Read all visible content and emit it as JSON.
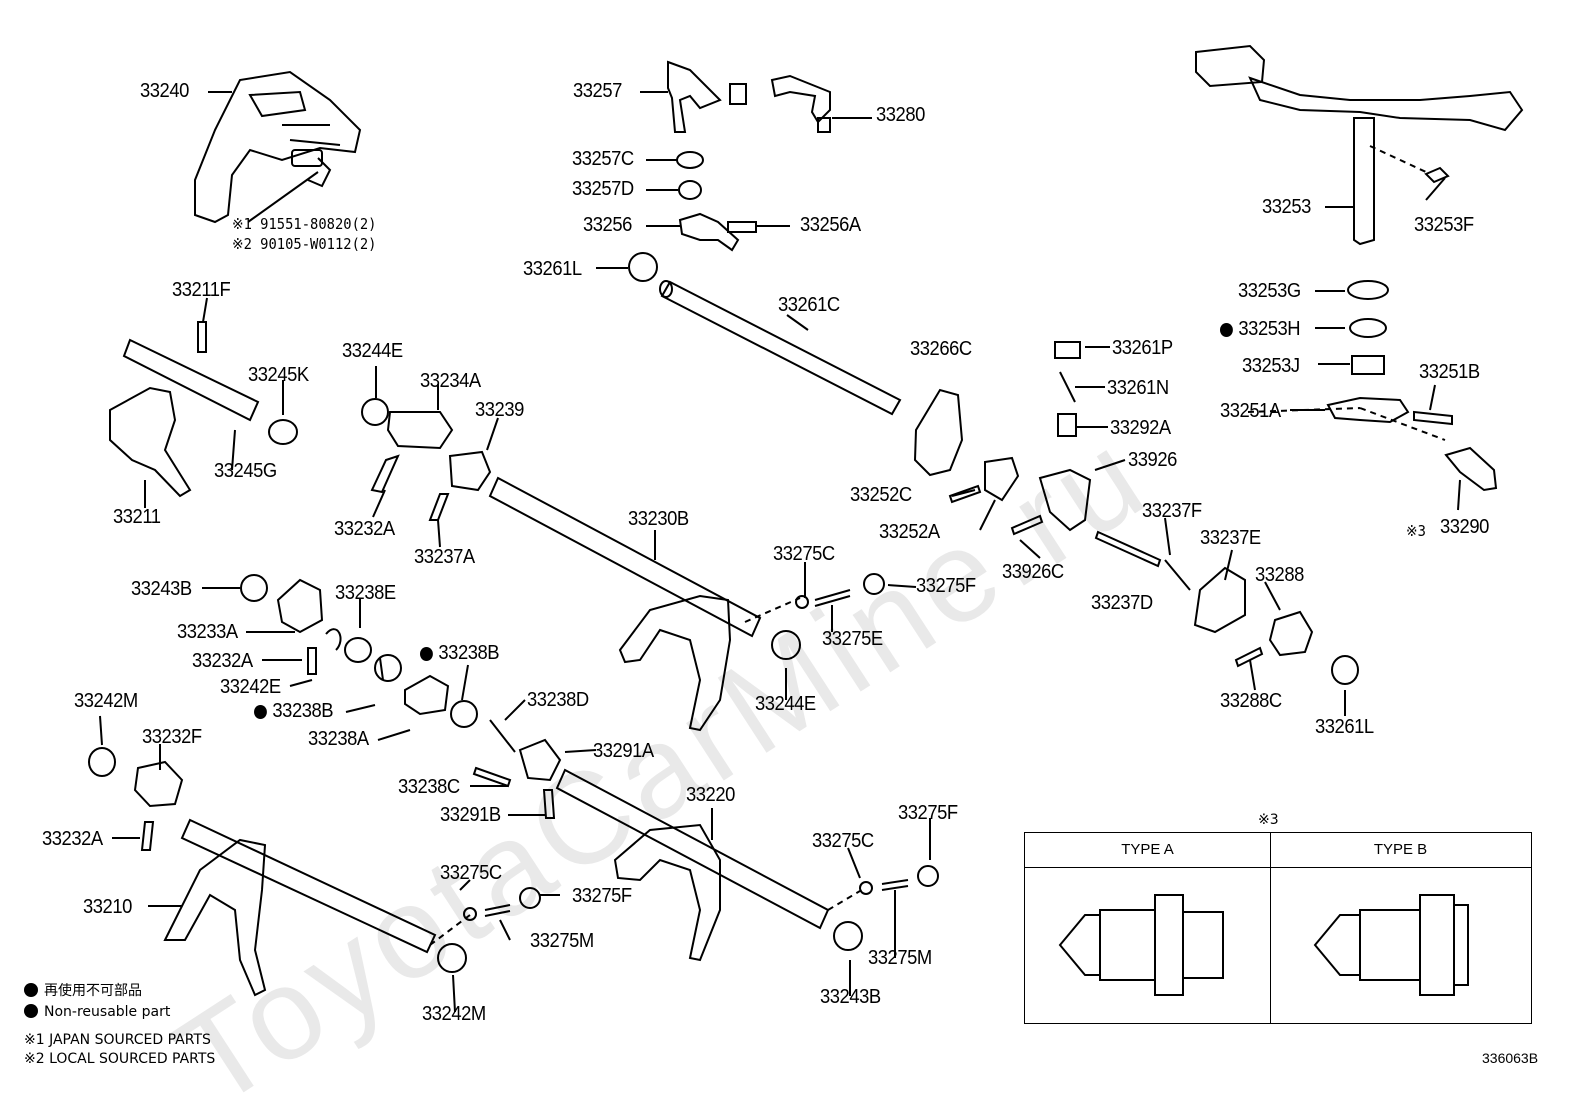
{
  "diagram": {
    "watermark": "ToyotaCarMine.ru",
    "drawing_code": "336063B",
    "labels": {
      "p33240": "33240",
      "note1": "※1 91551-80820(2)",
      "note2": "※2 90105-W0112(2)",
      "p33257": "33257",
      "p33280": "33280",
      "p33257C": "33257C",
      "p33257D": "33257D",
      "p33256": "33256",
      "p33256A": "33256A",
      "p33261L_a": "33261L",
      "p33261C": "33261C",
      "p33253": "33253",
      "p33253F": "33253F",
      "p33253G": "33253G",
      "p33253H": "33253H",
      "p33253J": "33253J",
      "p33251B": "33251B",
      "p33251A": "33251A",
      "p33290": "33290",
      "p33290_mark": "※3",
      "p33211F": "33211F",
      "p33245K": "33245K",
      "p33245G": "33245G",
      "p33211": "33211",
      "p33244E_a": "33244E",
      "p33234A": "33234A",
      "p33239": "33239",
      "p33232A_a": "33232A",
      "p33237A": "33237A",
      "p33266C": "33266C",
      "p33261P": "33261P",
      "p33261N": "33261N",
      "p33292A": "33292A",
      "p33926": "33926",
      "p33252C": "33252C",
      "p33252A": "33252A",
      "p33926C": "33926C",
      "p33237F": "33237F",
      "p33237E": "33237E",
      "p33237D": "33237D",
      "p33288": "33288",
      "p33288C": "33288C",
      "p33261L_b": "33261L",
      "p33230B": "33230B",
      "p33275C_a": "33275C",
      "p33275F_a": "33275F",
      "p33275E": "33275E",
      "p33244E_b": "33244E",
      "p33243B_a": "33243B",
      "p33233A": "33233A",
      "p33238E": "33238E",
      "p33232A_b": "33232A",
      "p33242E": "33242E",
      "p33238B_a": "33238B",
      "p33238B_b": "33238B",
      "p33238A": "33238A",
      "p33238D": "33238D",
      "p33291A": "33291A",
      "p33238C": "33238C",
      "p33291B": "33291B",
      "p33242M_a": "33242M",
      "p33232F": "33232F",
      "p33232A_c": "33232A",
      "p33210": "33210",
      "p33220": "33220",
      "p33275F_b": "33275F",
      "p33275C_b": "33275C",
      "p33275C_c": "33275C",
      "p33275F_c": "33275F",
      "p33275M_a": "33275M",
      "p33275M_b": "33275M",
      "p33242M_b": "33242M",
      "p33243B_b": "33243B"
    },
    "legend": {
      "non_reusable_jp": "再使用不可部品",
      "non_reusable_en": "Non-reusable part",
      "japan": "※1  JAPAN SOURCED PARTS",
      "local": "※2  LOCAL SOURCED PARTS"
    },
    "inset": {
      "mark": "※3",
      "type_a": "TYPE A",
      "type_b": "TYPE B"
    }
  }
}
